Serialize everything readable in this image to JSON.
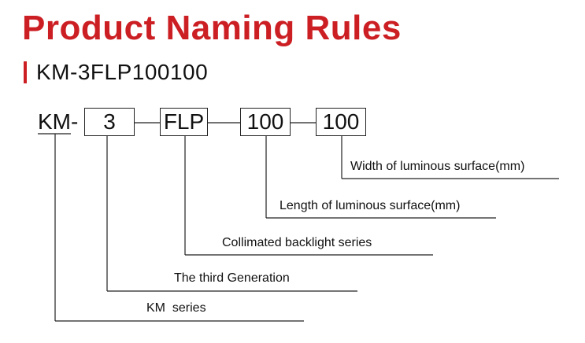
{
  "title": "Product Naming Rules",
  "subtitle": "KM-3FLP100100",
  "code": {
    "prefix": "KM-",
    "segments": [
      "3",
      "FLP",
      "100",
      "100"
    ]
  },
  "descriptions": [
    "Width of luminous surface(mm)",
    "Length of luminous surface(mm)",
    "Collimated backlight series",
    "The third Generation",
    "KM  series"
  ],
  "colors": {
    "accent": "#cc1f24",
    "text": "#111111",
    "line": "#222222"
  }
}
